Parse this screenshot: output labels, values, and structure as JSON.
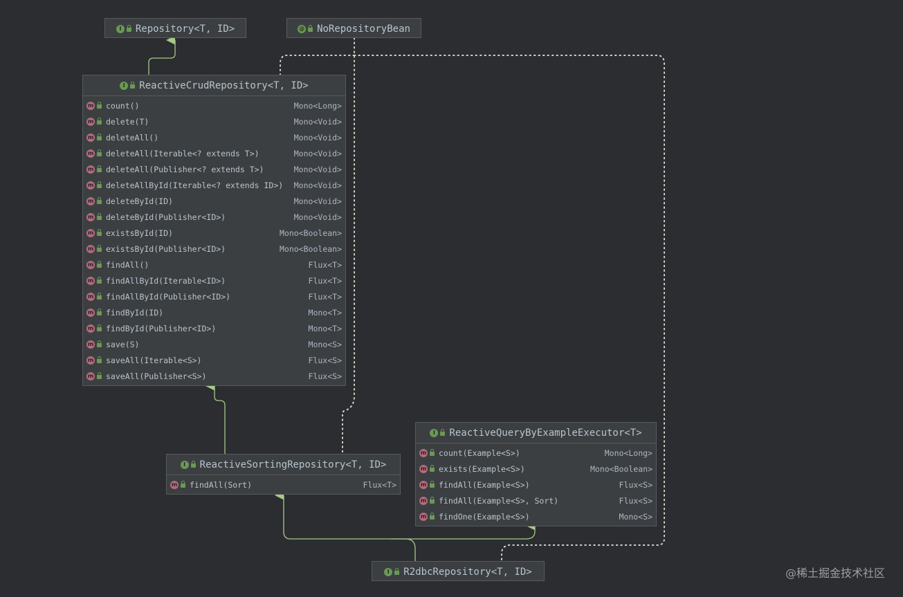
{
  "nodes": {
    "repository": {
      "title": "Repository<T, ID>",
      "kind": "I"
    },
    "no_repository_bean": {
      "title": "NoRepositoryBean",
      "kind": "@"
    },
    "reactive_crud": {
      "title": "ReactiveCrudRepository<T, ID>",
      "kind": "I",
      "methods": [
        {
          "name": "count()",
          "ret": "Mono<Long>"
        },
        {
          "name": "delete(T)",
          "ret": "Mono<Void>"
        },
        {
          "name": "deleteAll()",
          "ret": "Mono<Void>"
        },
        {
          "name": "deleteAll(Iterable<? extends T>)",
          "ret": "Mono<Void>"
        },
        {
          "name": "deleteAll(Publisher<? extends T>)",
          "ret": "Mono<Void>"
        },
        {
          "name": "deleteAllById(Iterable<? extends ID>)",
          "ret": "Mono<Void>"
        },
        {
          "name": "deleteById(ID)",
          "ret": "Mono<Void>"
        },
        {
          "name": "deleteById(Publisher<ID>)",
          "ret": "Mono<Void>"
        },
        {
          "name": "existsById(ID)",
          "ret": "Mono<Boolean>"
        },
        {
          "name": "existsById(Publisher<ID>)",
          "ret": "Mono<Boolean>"
        },
        {
          "name": "findAll()",
          "ret": "Flux<T>"
        },
        {
          "name": "findAllById(Iterable<ID>)",
          "ret": "Flux<T>"
        },
        {
          "name": "findAllById(Publisher<ID>)",
          "ret": "Flux<T>"
        },
        {
          "name": "findById(ID)",
          "ret": "Mono<T>"
        },
        {
          "name": "findById(Publisher<ID>)",
          "ret": "Mono<T>"
        },
        {
          "name": "save(S)",
          "ret": "Mono<S>"
        },
        {
          "name": "saveAll(Iterable<S>)",
          "ret": "Flux<S>"
        },
        {
          "name": "saveAll(Publisher<S>)",
          "ret": "Flux<S>"
        }
      ]
    },
    "reactive_sorting": {
      "title": "ReactiveSortingRepository<T, ID>",
      "kind": "I",
      "methods": [
        {
          "name": "findAll(Sort)",
          "ret": "Flux<T>"
        }
      ]
    },
    "reactive_qbe": {
      "title": "ReactiveQueryByExampleExecutor<T>",
      "kind": "I",
      "methods": [
        {
          "name": "count(Example<S>)",
          "ret": "Mono<Long>"
        },
        {
          "name": "exists(Example<S>)",
          "ret": "Mono<Boolean>"
        },
        {
          "name": "findAll(Example<S>)",
          "ret": "Flux<S>"
        },
        {
          "name": "findAll(Example<S>, Sort)",
          "ret": "Flux<S>"
        },
        {
          "name": "findOne(Example<S>)",
          "ret": "Mono<S>"
        }
      ]
    },
    "r2dbc": {
      "title": "R2dbcRepository<T, ID>",
      "kind": "I"
    }
  },
  "method_icon": "m",
  "watermark": "@稀土掘金技术社区",
  "colors": {
    "background": "#2b2d30",
    "node_fill": "#3c3f41",
    "edge": "#a8c98a",
    "annotation_edge": "#d4d4c8",
    "interface_icon": "#6a9955",
    "method_icon": "#b36a7e"
  }
}
